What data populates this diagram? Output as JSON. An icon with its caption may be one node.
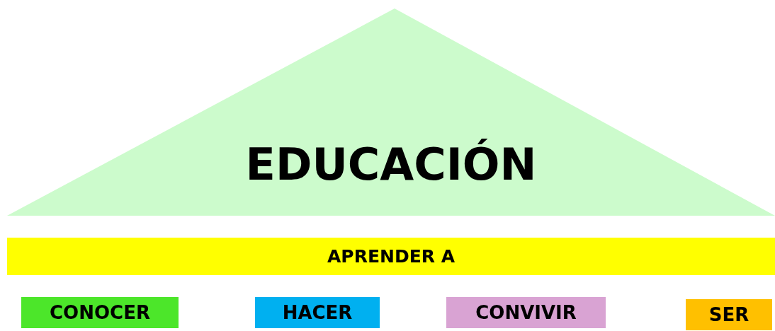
{
  "diagram": {
    "nodes": [
      {
        "text": [
          "EDUCACIÓN"
        ]
      },
      {
        "text": [
          "APRENDER A"
        ]
      },
      {
        "text": [
          "CONOCER"
        ]
      },
      {
        "text": [
          "HACER"
        ]
      },
      {
        "text": [
          "CONVIVIR"
        ]
      },
      {
        "text": [
          "SER"
        ]
      }
    ]
  }
}
